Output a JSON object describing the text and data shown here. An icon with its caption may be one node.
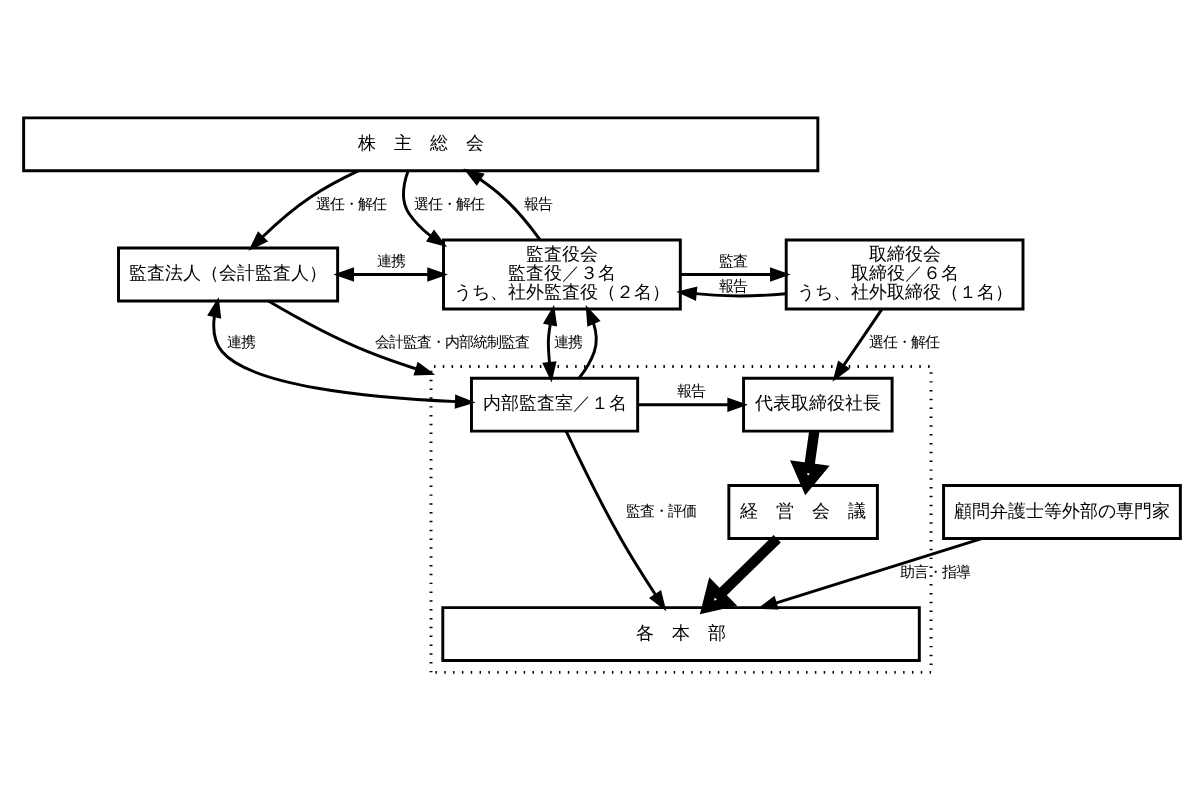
{
  "diagram": {
    "nodes": [
      {
        "text": [
          "株　主　総　会"
        ]
      },
      {
        "text": [
          "監査法人（会計監査人）"
        ]
      },
      {
        "text": [
          "監査役会",
          "監査役／３名",
          "うち、社外監査役（２名）"
        ]
      },
      {
        "text": [
          "取締役会",
          "取締役／６名",
          "うち、社外取締役（１名）"
        ]
      },
      {
        "text": [],
        "shape": "box"
      },
      {
        "text": [
          "内部監査室／１名"
        ],
        "in": 4
      },
      {
        "text": [
          "代表取締役社長"
        ],
        "in": 4
      },
      {
        "text": [
          "経　営　会　議"
        ],
        "in": 4
      },
      {
        "text": [
          "各　本　部"
        ],
        "in": 4
      },
      {
        "text": [
          "顧問弁護士等外部の専門家"
        ]
      }
    ],
    "edges": [
      {
        "from": 0,
        "to": 1,
        "arrow": "to",
        "label": "選任・解任"
      },
      {
        "from": 2,
        "to": 0,
        "arrow": "to",
        "label": "報告"
      },
      {
        "from": 0,
        "to": 2,
        "arrow": "to",
        "label": "選任・解任"
      },
      {
        "from": 1,
        "to": 2,
        "arrow": "both",
        "label": "連携"
      },
      {
        "from": 2,
        "to": 3,
        "arrow": "to",
        "label": "監査"
      },
      {
        "from": 3,
        "to": 2,
        "arrow": "to",
        "label": "報告"
      },
      {
        "from": 3,
        "to": 6,
        "arrow": "to",
        "label": "選任・解任"
      },
      {
        "from": 2,
        "to": 5,
        "arrow": "both",
        "label": "連携"
      },
      {
        "from": 1,
        "to": 5,
        "arrow": "both",
        "label": "連携"
      },
      {
        "from": 1,
        "to": 4,
        "arrow": "to",
        "label": "会計監査・内部統制監査"
      },
      {
        "from": 5,
        "to": 2,
        "arrow": "to"
      },
      {
        "from": 5,
        "to": 6,
        "arrow": "to",
        "label": "報告"
      },
      {
        "from": 6,
        "to": 7,
        "arrow": "to",
        "style": "thick"
      },
      {
        "from": 7,
        "to": 8,
        "arrow": "to",
        "style": "thick"
      },
      {
        "from": 5,
        "to": 8,
        "arrow": "to",
        "label": "監査・評価"
      },
      {
        "from": 9,
        "to": 8,
        "arrow": "to",
        "label": "助言・指導"
      }
    ]
  }
}
